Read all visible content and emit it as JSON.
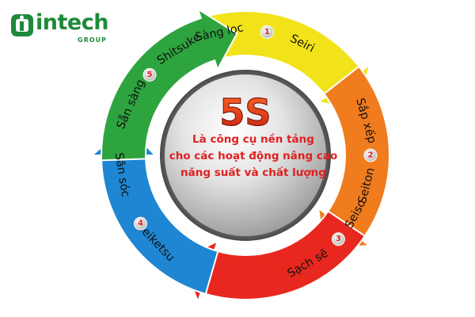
{
  "logo": {
    "name": "intech",
    "sub": "GROUP",
    "color": "#1e8a3a"
  },
  "center": {
    "title": "5S",
    "subtitle_lines": [
      "Là công cụ nền tảng",
      "cho các hoạt động nâng cao",
      "năng suất và chất lượng"
    ],
    "title_color": "#e03a1a",
    "text_color": "#e02020"
  },
  "steps": [
    {
      "number": "1",
      "vn": "Sàng lọc",
      "jp": "Seiri",
      "color": "#f2e21a"
    },
    {
      "number": "2",
      "vn": "Sắp xếp",
      "jp": "Seiton",
      "color": "#f07c1e"
    },
    {
      "number": "3",
      "vn": "Sạch sẽ",
      "jp": "Seiso",
      "color": "#e8281e"
    },
    {
      "number": "4",
      "vn": "Săn sóc",
      "jp": "Seiketsu",
      "color": "#1e86d2"
    },
    {
      "number": "5",
      "vn": "Sẵn sàng",
      "jp": "Shitsuke",
      "color": "#2ea43e"
    }
  ]
}
